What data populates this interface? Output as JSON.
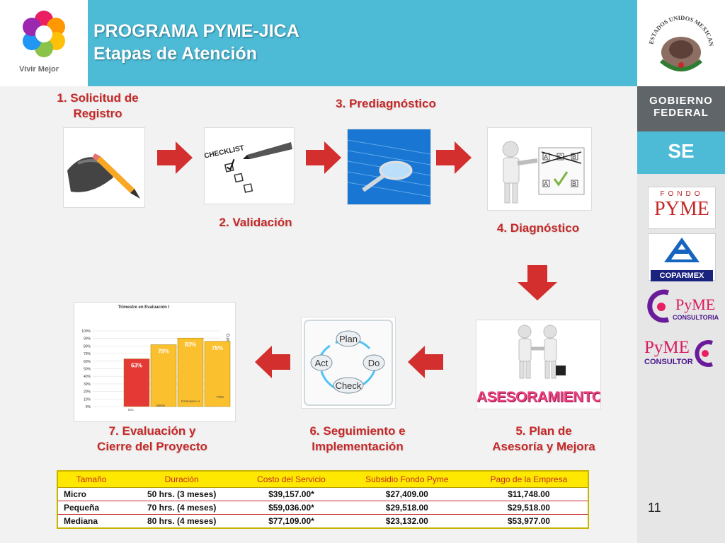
{
  "header": {
    "title_line1": "PROGRAMA PYME-JICA",
    "title_line2": "Etapas de Atención",
    "left_logo_text": "Vivir Mejor"
  },
  "sidebar": {
    "gobierno_line1": "GOBIERNO",
    "gobierno_line2": "FEDERAL",
    "se_label": "SE",
    "seal_text": "ESTADOS UNIDOS MEXICANOS",
    "fondo_label": "FONDO",
    "pyme_label": "PYME",
    "coparmex_label": "COPARMEX",
    "pyme_consultoria_label": "PyME",
    "consultoria_sub": "CONSULTORIA",
    "pyme_consultor_label": "PyME",
    "consultor_sub": "CONSULTOR"
  },
  "steps": {
    "s1_line1": "1. Solicitud de",
    "s1_line2": "Registro",
    "s2": "2. Validación",
    "s3": "3. Prediagnóstico",
    "s4": "4. Diagnóstico",
    "s5_line1": "5. Plan de",
    "s5_line2": "Asesoría y Mejora",
    "s6_line1": "6. Seguimiento e",
    "s6_line2": "Implementación",
    "s7_line1": "7. Evaluación y",
    "s7_line2": "Cierre del Proyecto"
  },
  "images": {
    "checklist_label": "CHECKLIST",
    "asesoramiento_label": "ASESORAMIENTO",
    "pdca": {
      "plan": "Plan",
      "do": "Do",
      "check": "Check",
      "act": "Act"
    },
    "quiz_letters": {
      "a": "A",
      "b": "B",
      "c": "C"
    }
  },
  "mini_chart": {
    "title": "Trimestre en Evaluación I",
    "ylabel_right": "Cumplimiento",
    "yticks": [
      "100%",
      "90%",
      "80%",
      "70%",
      "60%",
      "50%",
      "40%",
      "30%",
      "20%",
      "10%",
      "0%"
    ],
    "bars": [
      {
        "label": "63%",
        "value": 63,
        "color": "#e53935",
        "category": "IDC"
      },
      {
        "label": "78%",
        "value": 78,
        "color": "#fbc02d",
        "category": "Metas"
      },
      {
        "label": "83%",
        "value": 83,
        "color": "#fbc02d",
        "category": "Formulario H"
      },
      {
        "label": "75%",
        "value": 75,
        "color": "#fbc02d",
        "category": "PMG"
      }
    ]
  },
  "table": {
    "headers": [
      "Tamaño",
      "Duración",
      "Costo del Servicio",
      "Subsidio Fondo Pyme",
      "Pago de la Empresa"
    ],
    "rows": [
      [
        "Micro",
        "50 hrs. (3 meses)",
        "$39,157.00*",
        "$27,409.00",
        "$11,748.00"
      ],
      [
        "Pequeña",
        "70 hrs. (4 meses)",
        "$59,036.00*",
        "$29,518.00",
        "$29,518.00"
      ],
      [
        "Mediana",
        "80 hrs. (4 meses)",
        "$77,109.00*",
        "$23,132.00",
        "$53,977.00"
      ]
    ]
  },
  "page_number": "11",
  "colors": {
    "header_blue": "#4dbbd6",
    "step_red": "#c62828",
    "arrow_red": "#d32f2f",
    "table_yellow": "#ffe800"
  }
}
